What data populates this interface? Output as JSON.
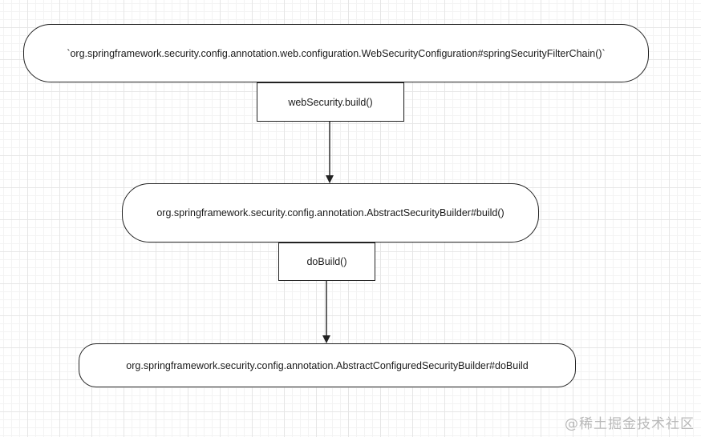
{
  "diagram": {
    "nodes": {
      "websecurity_config": "`org.springframework.security.config.annotation.web.configuration.WebSecurityConfiguration#springSecurityFilterChain()`",
      "websecurity_build": "webSecurity.build()",
      "abstract_security_builder": "org.springframework.security.config.annotation.AbstractSecurityBuilder#build()",
      "do_build": "doBuild()",
      "abstract_configured_builder": "org.springframework.security.config.annotation.AbstractConfiguredSecurityBuilder#doBuild"
    }
  },
  "watermark": "@稀土掘金技术社区",
  "colors": {
    "stroke": "#222222",
    "grid": "#e6e6e6",
    "watermark": "#b9b9b9"
  }
}
